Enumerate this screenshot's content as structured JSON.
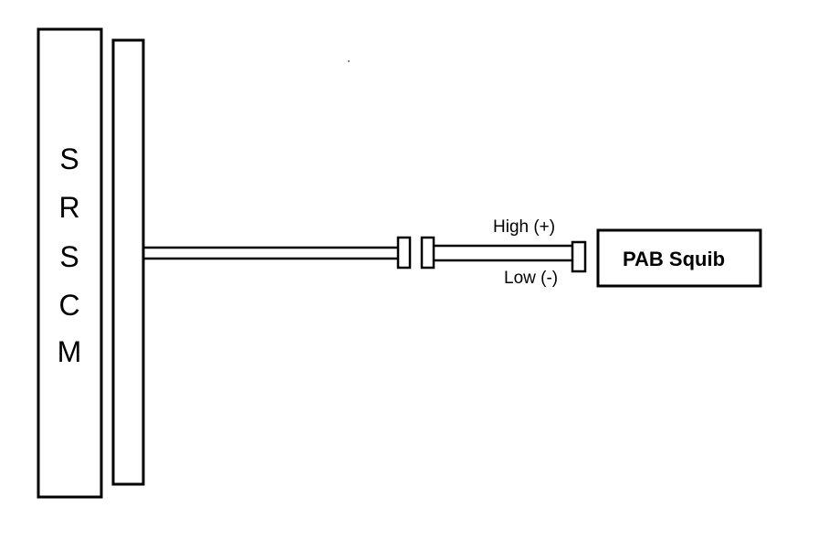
{
  "diagram": {
    "module": {
      "letters": [
        "S",
        "R",
        "S",
        "C",
        "M"
      ]
    },
    "wire_labels": {
      "high": "High (+)",
      "low": "Low (-)"
    },
    "squib": {
      "label": "PAB Squib"
    },
    "colors": {
      "line": "#000000",
      "background": "#ffffff"
    }
  }
}
